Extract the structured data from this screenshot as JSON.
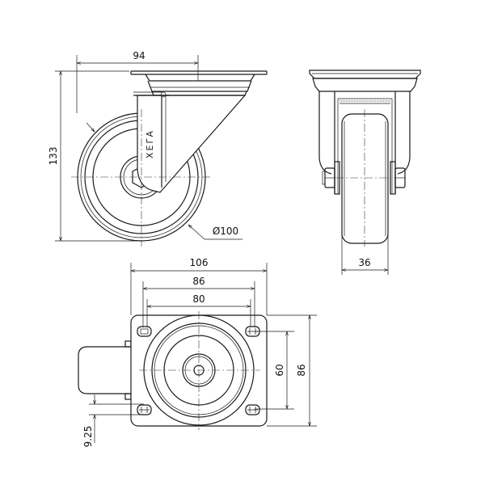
{
  "drawing": {
    "title": "Swivel caster technical drawing",
    "logo_text": "XEΓA",
    "side_view": {
      "width_dim": "94",
      "height_dim": "133",
      "wheel_diameter": "Ø100"
    },
    "front_view": {
      "wheel_width_dim": "36"
    },
    "top_view": {
      "plate_width": "106",
      "hole_spacing_outer": "86",
      "hole_spacing_inner": "80",
      "hole_spacing_vertical": "60",
      "plate_height": "86",
      "offset_dim": "9.25"
    }
  }
}
